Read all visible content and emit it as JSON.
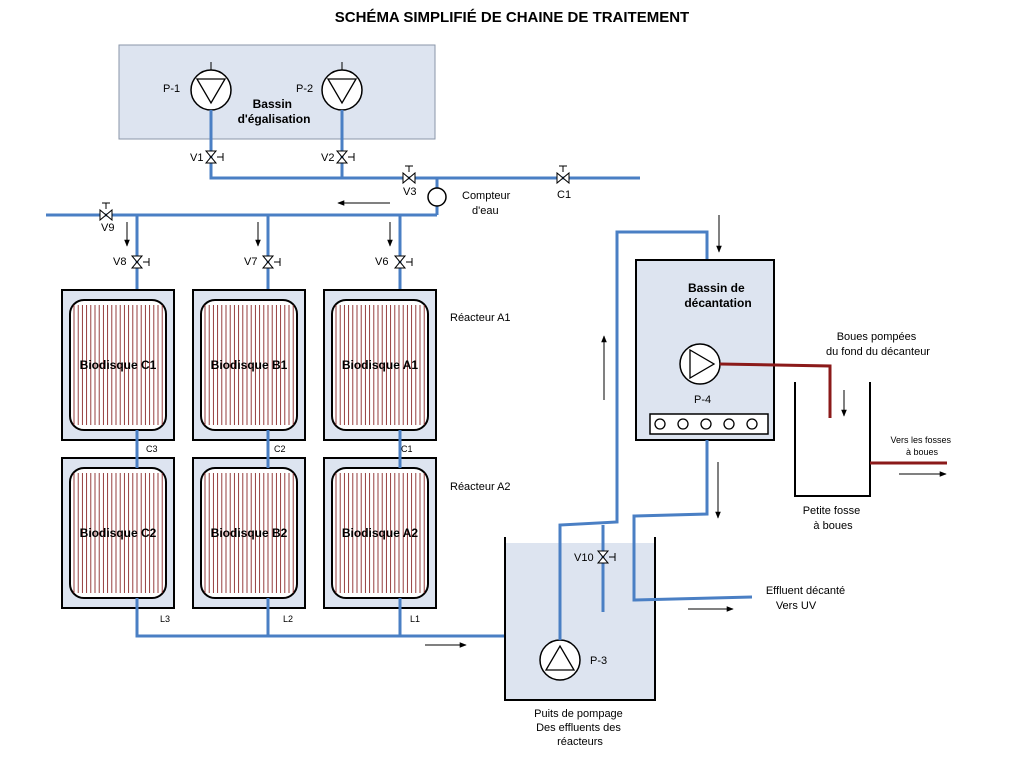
{
  "title": "SCHÉMA SIMPLIFIÉ DE CHAINE DE TRAITEMENT",
  "bassin_egalisation": "Bassin\nd'égalisation",
  "pumps": {
    "p1": "P-1",
    "p2": "P-2",
    "p3": "P-3",
    "p4": "P-4"
  },
  "valves": {
    "v1": "V1",
    "v2": "V2",
    "v3": "V3",
    "v6": "V6",
    "v7": "V7",
    "v8": "V8",
    "v9": "V9",
    "v10": "V10"
  },
  "compteur": "Compteur\nd'eau",
  "c1_top": "C1",
  "reactor_rows": {
    "a1": "Réacteur A1",
    "a2": "Réacteur A2"
  },
  "biodisques_top": [
    "Biodisque C1",
    "Biodisque B1",
    "Biodisque A1"
  ],
  "biodisques_bottom": [
    "Biodisque C2",
    "Biodisque B2",
    "Biodisque A2"
  ],
  "connectors_mid": [
    "C3",
    "C2",
    "C1"
  ],
  "connectors_bottom": [
    "L3",
    "L2",
    "L1"
  ],
  "decantation": "Bassin de\ndécantation",
  "boues_pompees": "Boues pompées\ndu fond du décanteur",
  "petite_fosse": "Petite fosse\nà boues",
  "vers_fosses": "Vers les fosses\nà boues",
  "effluent": "Effluent décanté\nVers UV",
  "puits": "Puits de pompage\nDes effluents des\nréacteurs",
  "colors": {
    "pipe": "#4a7fc4",
    "sludge": "#8b1a1a",
    "tank_fill": "#dde4f0",
    "disk_line": "#8b2a2a"
  },
  "icons": {
    "pump": "pump-icon",
    "valve": "valve-icon",
    "meter": "water-meter-icon"
  }
}
